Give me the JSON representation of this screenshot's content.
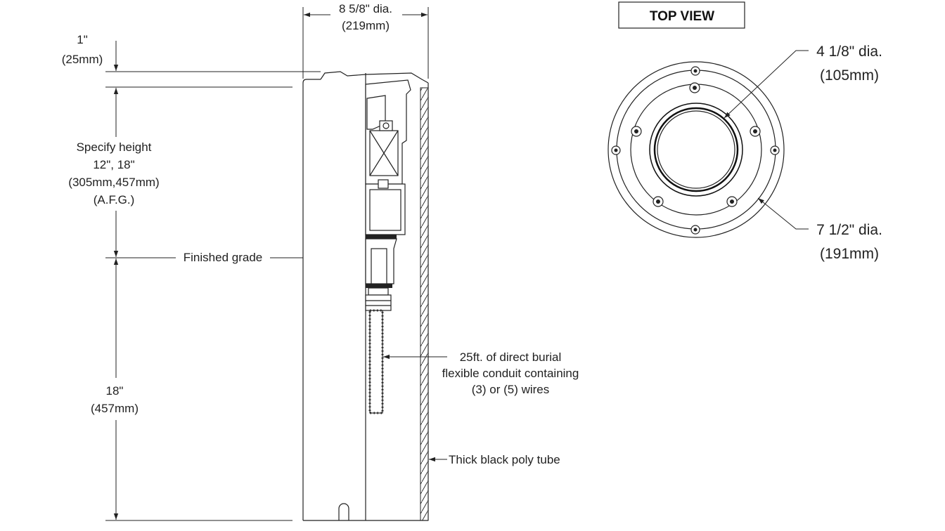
{
  "side_view": {
    "dia_top_line1": "8 5/8\" dia.",
    "dia_top_line2": "(219mm)",
    "cap_line1": "1\"",
    "cap_line2": "(25mm)",
    "height_line1": "Specify height",
    "height_line2": "12\", 18\"",
    "height_line3": "(305mm,457mm)",
    "height_line4": "(A.F.G.)",
    "finished_grade": "Finished grade",
    "burial_line1": "18\"",
    "burial_line2": "(457mm)",
    "conduit_line1": "25ft. of direct burial",
    "conduit_line2": "flexible conduit containing",
    "conduit_line3": "(3) or (5) wires",
    "poly_tube": "Thick black poly tube"
  },
  "top_view": {
    "title": "TOP VIEW",
    "inner_dia_line1": "4 1/8\" dia.",
    "inner_dia_line2": "(105mm)",
    "outer_dia_line1": "7 1/2\" dia.",
    "outer_dia_line2": "(191mm)"
  },
  "colors": {
    "line": "#222222",
    "background": "#ffffff"
  }
}
